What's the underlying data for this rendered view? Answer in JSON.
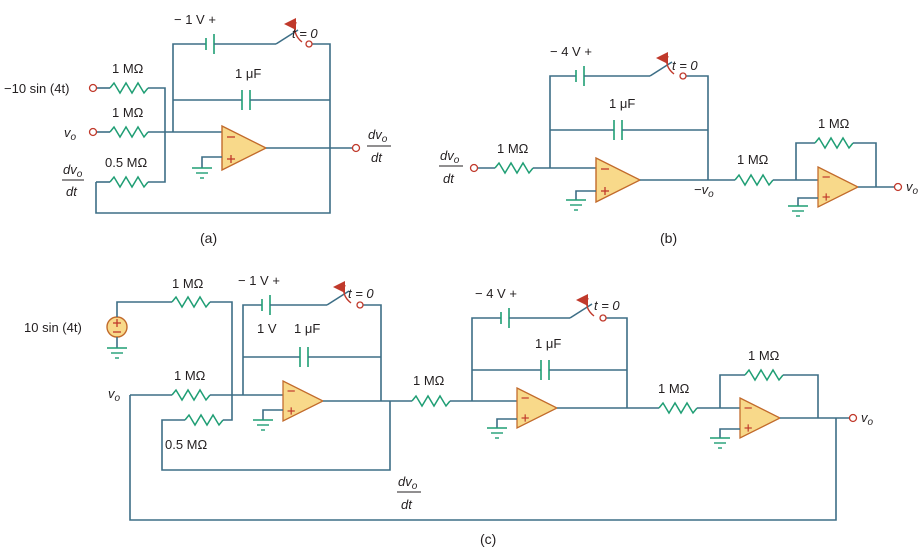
{
  "subfig_a": {
    "caption": "(a)",
    "battery_label": "−  1 V  +",
    "switch_label": "t = 0",
    "cap_label": "1 μF",
    "r1_label": "1 MΩ",
    "r2_label": "1 MΩ",
    "r3_label": "0.5 MΩ",
    "input1_label": "−10 sin (4t)",
    "input2_label": "v",
    "input2_sub": "o",
    "input3_num": "dv",
    "input3_num_sub": "o",
    "input3_den": "dt",
    "output_num": "dv",
    "output_num_sub": "o",
    "output_den": "dt"
  },
  "subfig_b": {
    "caption": "(b)",
    "battery_label": "−  4 V  +",
    "switch_label": "t = 0",
    "cap_label": "1 μF",
    "r1_label": "1 MΩ",
    "r2_label": "1 MΩ",
    "rf_label": "1 MΩ",
    "input_num": "dv",
    "input_num_sub": "o",
    "input_den": "dt",
    "mid_label": "−v",
    "mid_sub": "o",
    "output_label": "v",
    "output_sub": "o"
  },
  "subfig_c": {
    "caption": "(c)",
    "source_label": "10 sin (4t)",
    "battery1_label": "−  1 V  +",
    "switch1_label": "t = 0",
    "init1_label": "1 V",
    "cap1_label": "1 μF",
    "r_src_label": "1 MΩ",
    "r_vo_label": "1 MΩ",
    "r_half_label": "0.5 MΩ",
    "vo_in_label": "v",
    "vo_in_sub": "o",
    "r_mid_label": "1 MΩ",
    "battery2_label": "−  4 V  +",
    "switch2_label": "t = 0",
    "cap2_label": "1 μF",
    "r_inv_label": "1 MΩ",
    "rf_label": "1 MΩ",
    "output_label": "v",
    "output_sub": "o",
    "deriv_num": "dv",
    "deriv_num_sub": "o",
    "deriv_den": "dt"
  },
  "colors": {
    "wire": "#3d6e86",
    "component": "#1f9e74",
    "opamp_fill": "#f8d98a",
    "accent_red": "#c0392b"
  }
}
